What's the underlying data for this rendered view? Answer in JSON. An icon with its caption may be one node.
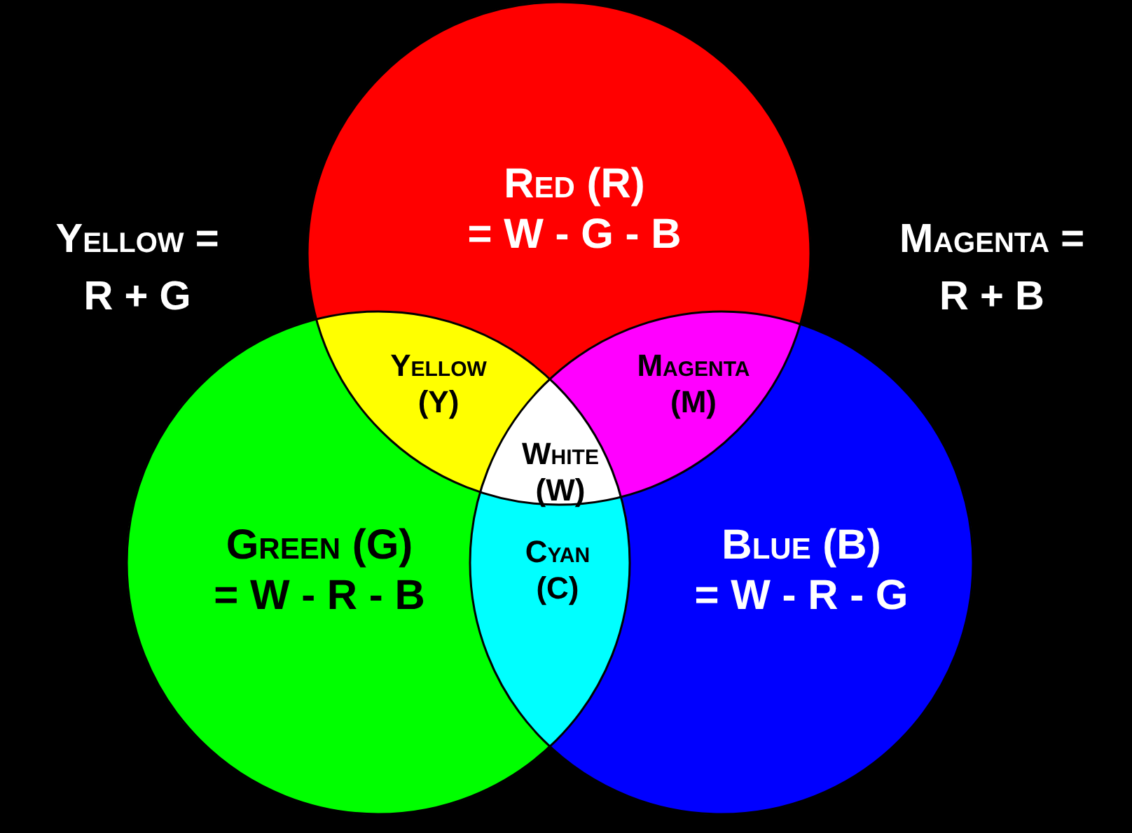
{
  "diagram": {
    "nodes": [
      {
        "text": [
          "Red (R)",
          "= W - G - B"
        ]
      },
      {
        "text": [
          "Green (G)",
          "= W - R - B"
        ]
      },
      {
        "text": [
          "Blue (B)",
          "= W - R - G"
        ]
      },
      {
        "text": [
          "Yellow (Y)"
        ]
      },
      {
        "text": [
          "Magenta (M)"
        ]
      },
      {
        "text": [
          "White (W)"
        ]
      },
      {
        "text": [
          "Cyan (C)"
        ]
      }
    ],
    "labels": [
      "Yellow =",
      "R + G",
      "Magenta =",
      "R + B"
    ]
  }
}
